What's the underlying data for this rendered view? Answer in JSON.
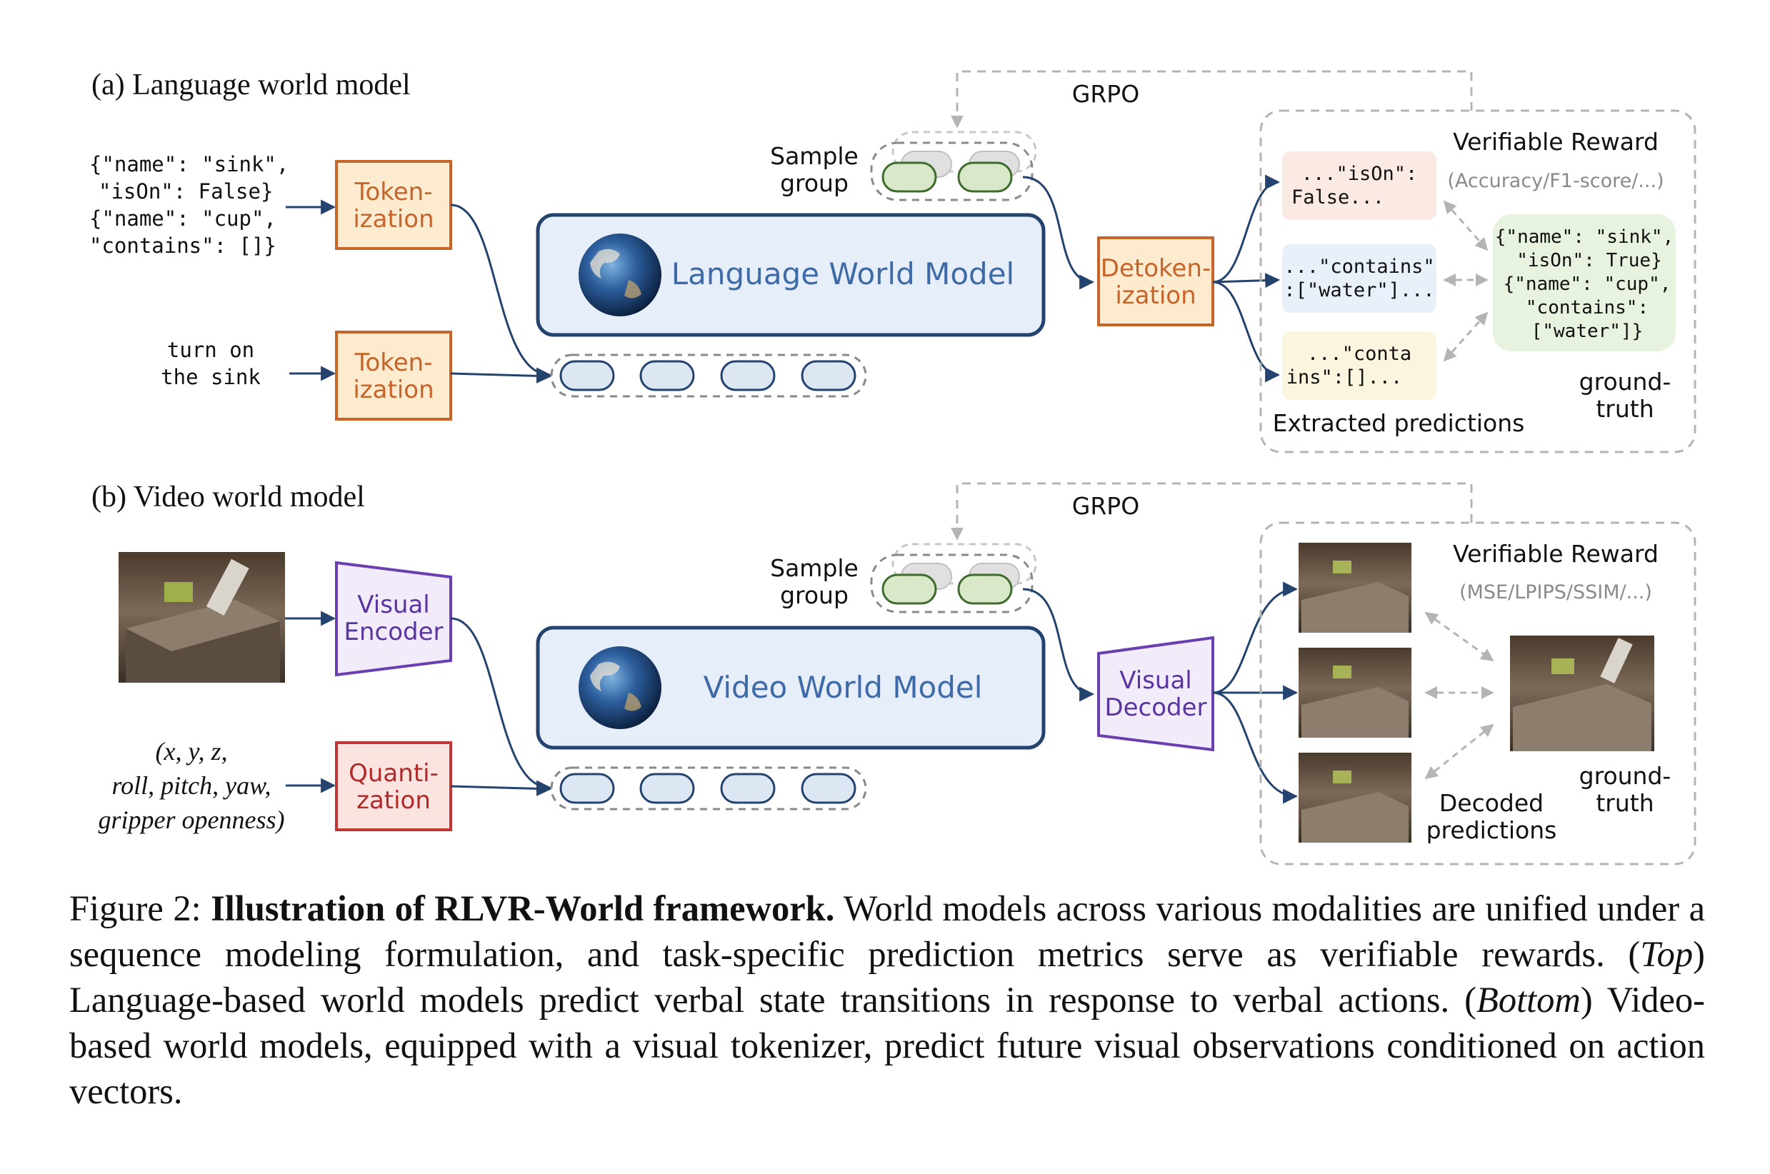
{
  "colors": {
    "tokenize_border": "#c7642a",
    "tokenize_fill": "#fdebd0",
    "tokenize_text": "#c7642a",
    "encoder_border": "#6a3fb0",
    "encoder_fill": "#f1ebfa",
    "encoder_text": "#5a34a0",
    "quant_border": "#c03535",
    "quant_fill": "#fbe3df",
    "quant_text": "#b02a2a",
    "model_border": "#24436e",
    "model_fill": "#e6eef9",
    "model_text": "#3e6aa8",
    "token_fill": "#dde7f3",
    "group_fill": "#d8e8c8",
    "group_border": "#3f6b2c"
  },
  "panel_a": {
    "title": "(a) Language world model",
    "grpo": "GRPO",
    "sample_group": [
      "Sample",
      "group"
    ],
    "input_state": [
      "{\"name\": \"sink\",",
      "\"isOn\": False}",
      "{\"name\": \"cup\",",
      "\"contains\": []}"
    ],
    "input_action": [
      "turn on",
      "the sink"
    ],
    "tokenizer_1": [
      "Token-",
      "ization"
    ],
    "tokenizer_2": [
      "Token-",
      "ization"
    ],
    "model": "Language World Model",
    "output_block": [
      "Detoken-",
      "ization"
    ],
    "reward_title": "Verifiable Reward",
    "reward_metrics": "(Accuracy/F1-score/...)",
    "predictions": [
      {
        "lines": [
          "...\"isOn\":",
          "False..."
        ],
        "fill": "#fbe9e4"
      },
      {
        "lines": [
          "...\"contains\"",
          ":[\"water\"]..."
        ],
        "fill": "#e8f0fa"
      },
      {
        "lines": [
          "...\"conta",
          "ins\":[]..."
        ],
        "fill": "#fbf4de"
      }
    ],
    "predictions_label": "Extracted predictions",
    "ground_truth": [
      "{\"name\": \"sink\",",
      "\"isOn\": True}",
      "{\"name\": \"cup\",",
      "\"contains\":",
      "[\"water\"]}"
    ],
    "ground_truth_label": [
      "ground-",
      "truth"
    ]
  },
  "panel_b": {
    "title": "(b) Video world model",
    "grpo": "GRPO",
    "sample_group": [
      "Sample",
      "group"
    ],
    "input_action": [
      "(x, y, z,",
      "roll, pitch, yaw,",
      "gripper openness)"
    ],
    "encoder": [
      "Visual",
      "Encoder"
    ],
    "quantizer": [
      "Quanti-",
      "zation"
    ],
    "model": "Video World Model",
    "decoder": [
      "Visual",
      "Decoder"
    ],
    "reward_title": "Verifiable Reward",
    "reward_metrics": "(MSE/LPIPS/SSIM/...)",
    "predictions_label": [
      "Decoded",
      "predictions"
    ],
    "ground_truth_label": [
      "ground-",
      "truth"
    ]
  },
  "caption": {
    "prefix": "Figure 2: ",
    "bold": "Illustration of RLVR-World framework.",
    "part1": " World models across various modalities are unified under a sequence modeling formulation, and task-specific prediction metrics serve as verifiable rewards. (",
    "italic1": "Top",
    "part2": ") Language-based world models predict verbal state transitions in response to verbal actions. (",
    "italic2": "Bottom",
    "part3": ") Video-based world models, equipped with a visual tokenizer, predict future visual observations conditioned on action vectors."
  }
}
